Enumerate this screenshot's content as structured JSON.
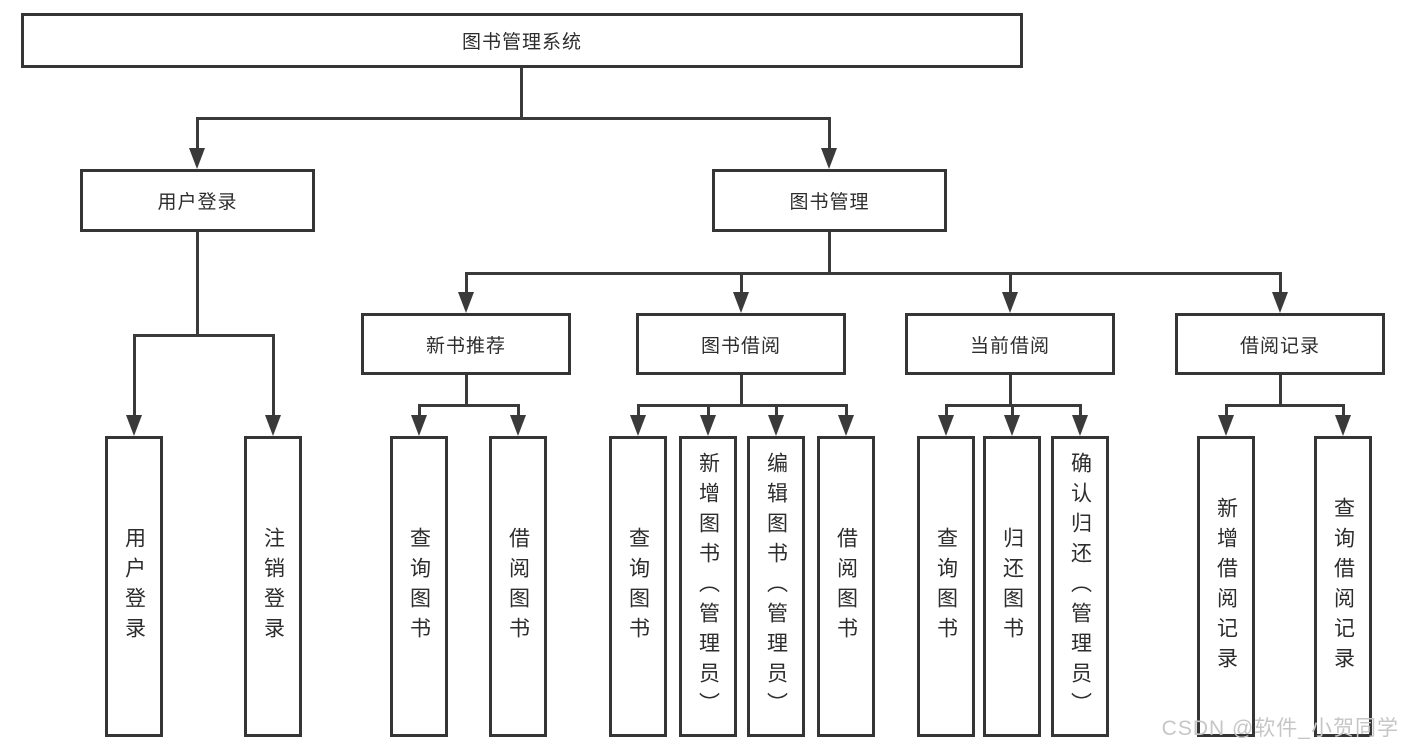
{
  "tree": {
    "root": "图书管理系统",
    "branches": [
      {
        "label": "用户登录",
        "children": [
          "用户登录",
          "注销登录"
        ]
      },
      {
        "label": "图书管理",
        "sections": [
          {
            "label": "新书推荐",
            "children": [
              "查询图书",
              "借阅图书"
            ]
          },
          {
            "label": "图书借阅",
            "children": [
              "查询图书",
              "新增图书（管理员）",
              "编辑图书（管理员）",
              "借阅图书"
            ]
          },
          {
            "label": "当前借阅",
            "children": [
              "查询图书",
              "归还图书",
              "确认归还（管理员）"
            ]
          },
          {
            "label": "借阅记录",
            "children": [
              "新增借阅记录",
              "查询借阅记录"
            ]
          }
        ]
      }
    ]
  },
  "watermark": "CSDN @软件_小贺同学",
  "colors": {
    "line": "#3a3a3a",
    "box_border": "#353535",
    "box_fill": "#ffffff",
    "text": "#2d2d2d",
    "watermark_text": "#c6c6c6"
  }
}
